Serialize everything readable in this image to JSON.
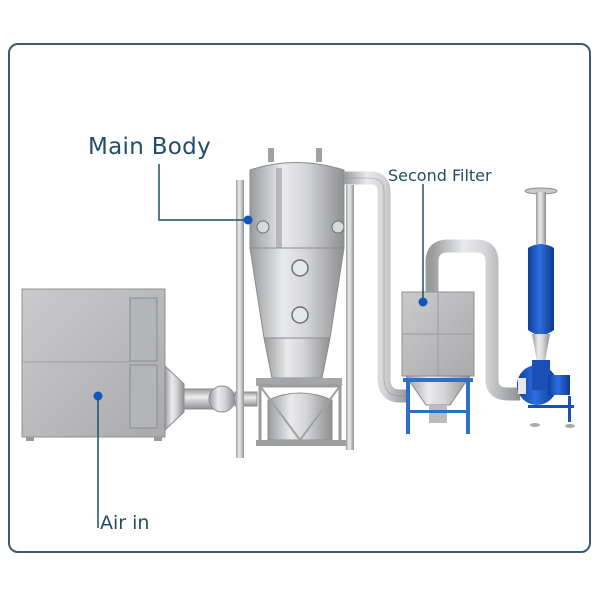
{
  "diagram": {
    "subject": "Fluid bed dryer system",
    "accent_color": "#1256b8",
    "line_color": "#1f4e66",
    "frame_color": "#3d5a6a",
    "labels": [
      {
        "id": "main_body",
        "text": "Main Body"
      },
      {
        "id": "second_filter",
        "text": "Second Filter"
      },
      {
        "id": "air_in",
        "text": "Air in"
      }
    ],
    "components": [
      {
        "name": "Air handling unit",
        "color": "#b8b9bb"
      },
      {
        "name": "Main body (fluid bed tower)",
        "color": "#c8c9cb"
      },
      {
        "name": "Second filter",
        "color": "#c2c3c5",
        "stand_color": "#2f6fc7"
      },
      {
        "name": "Exhaust fan",
        "color": "#1e56c4"
      }
    ]
  }
}
